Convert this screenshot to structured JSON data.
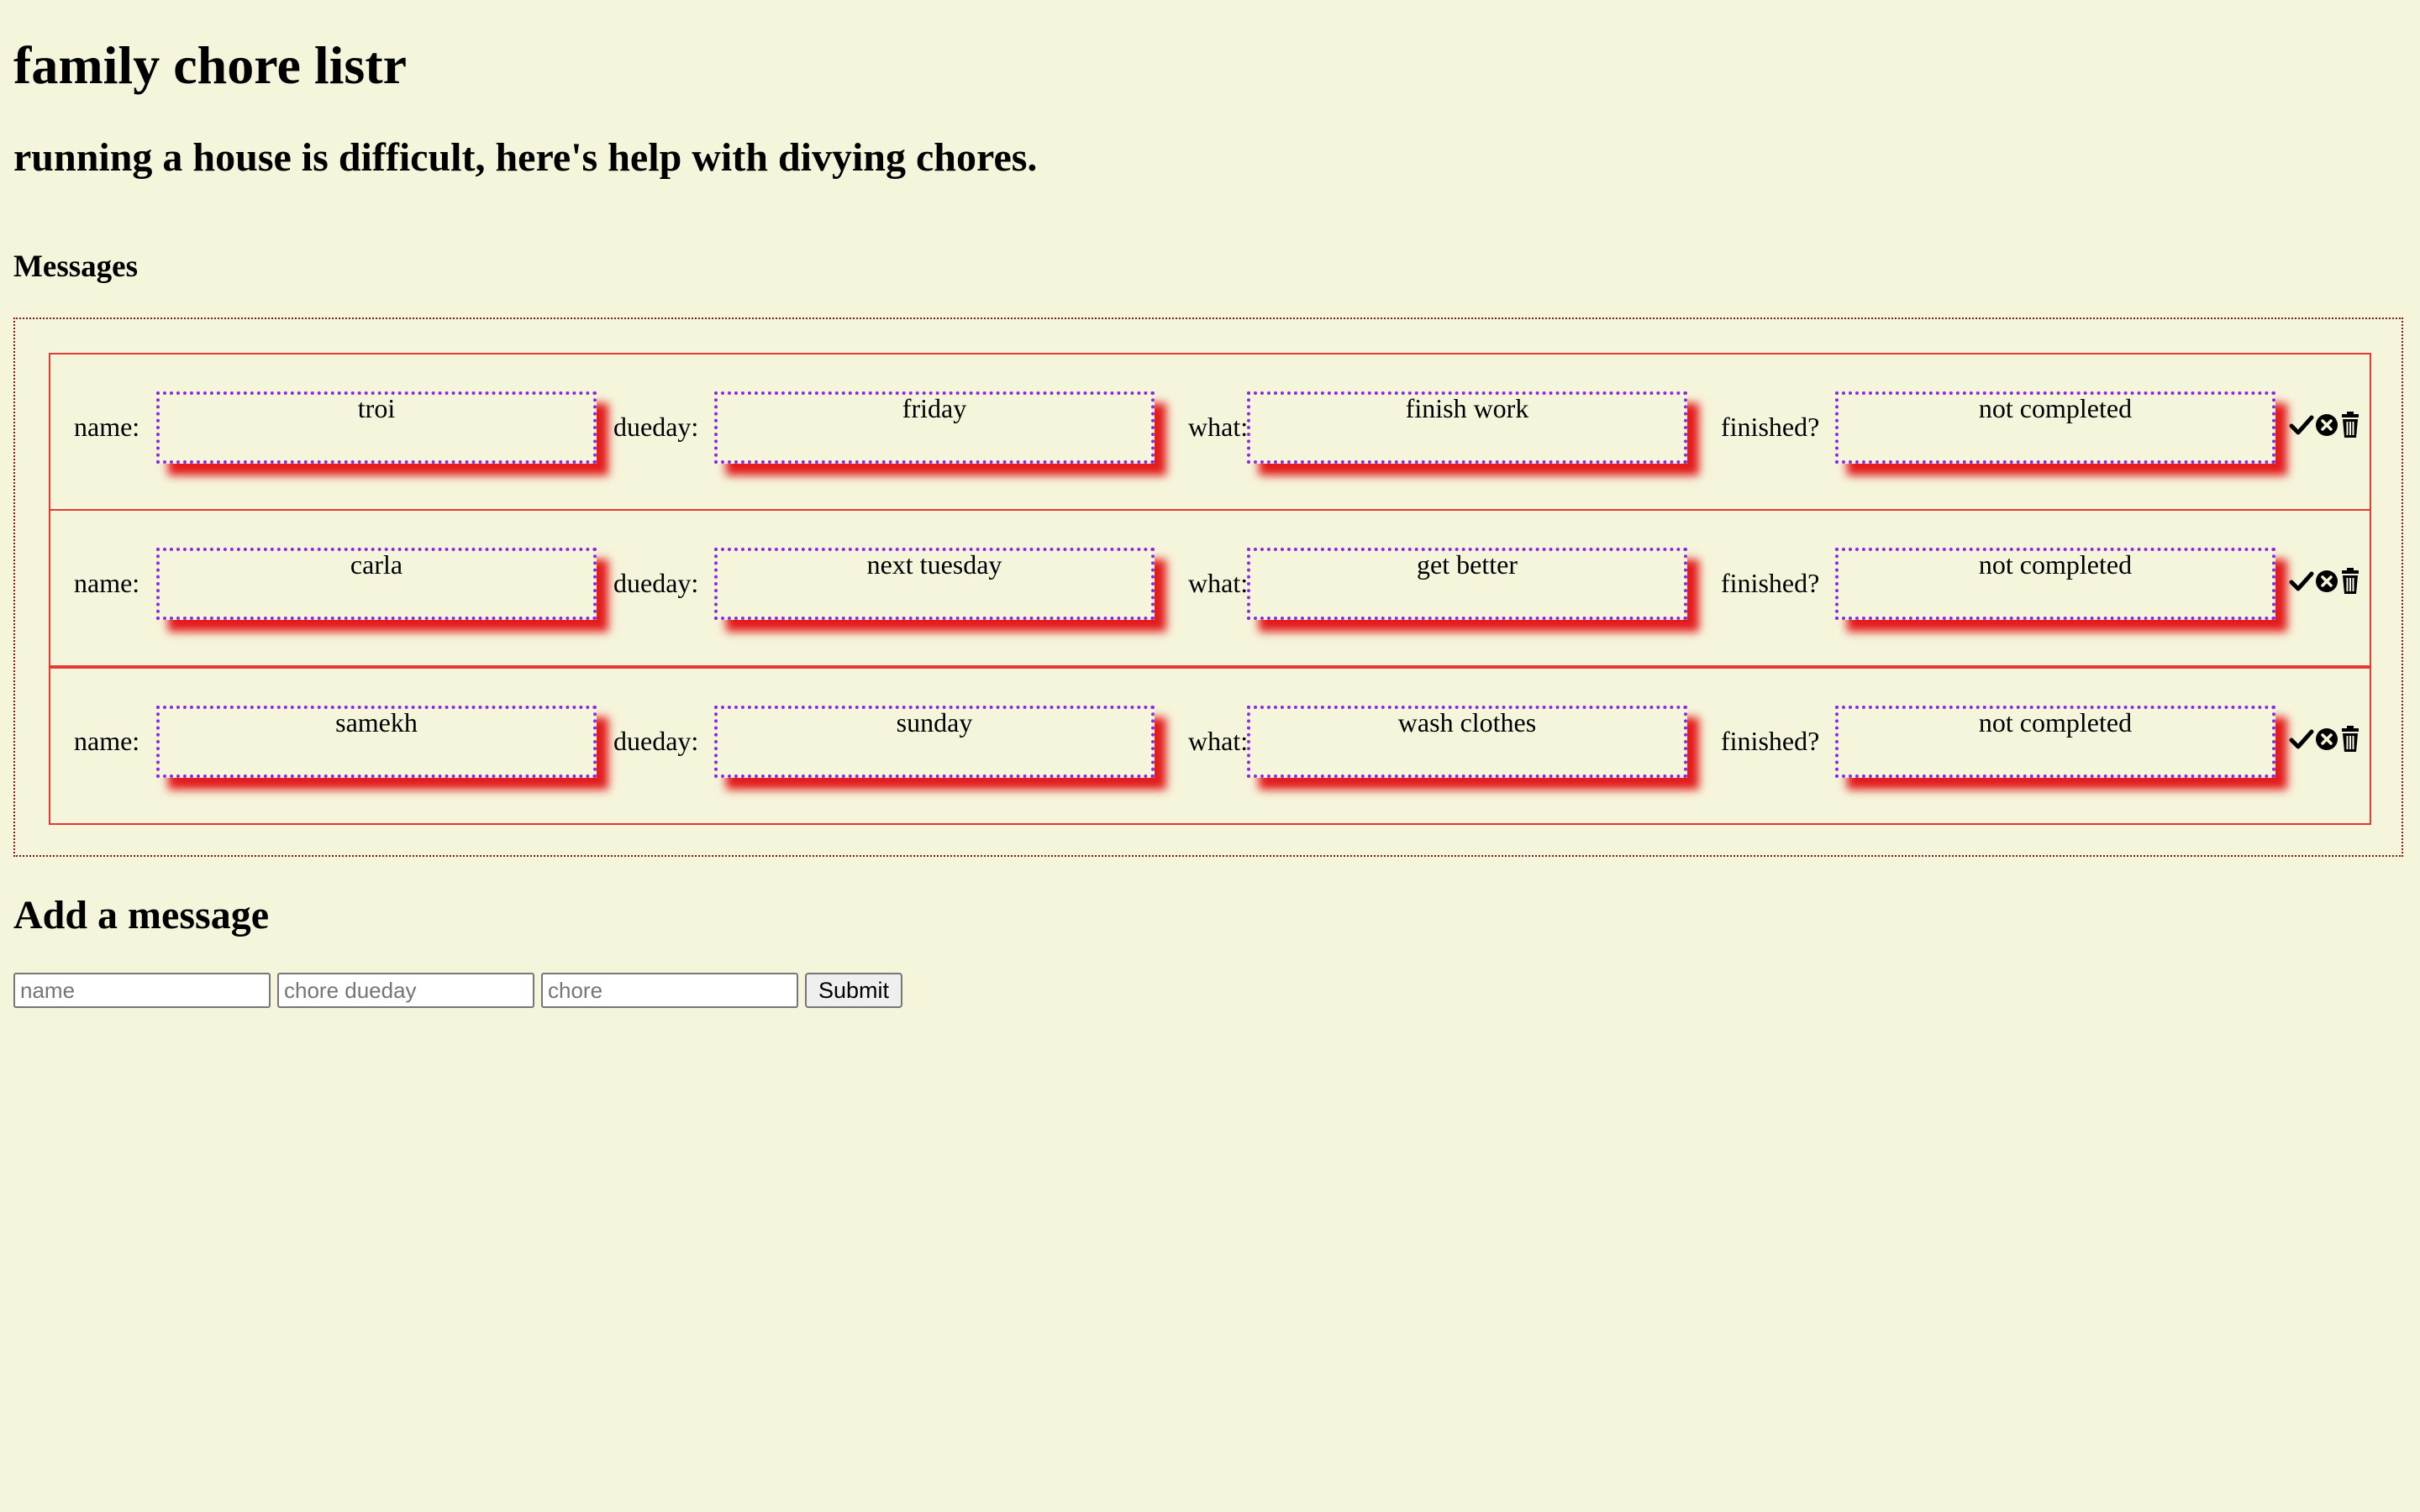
{
  "header": {
    "title": "family chore listr",
    "subtitle": "running a house is difficult, here's help with divying chores."
  },
  "messages": {
    "heading": "Messages",
    "labels": {
      "name": "name:",
      "dueday": "dueday:",
      "what": "what:",
      "finished": "finished?"
    },
    "items": [
      {
        "name": "troi",
        "dueday": "friday",
        "what": "finish work",
        "finished": "not completed"
      },
      {
        "name": "carla",
        "dueday": "next tuesday",
        "what": "get better",
        "finished": "not completed"
      },
      {
        "name": "samekh",
        "dueday": "sunday",
        "what": "wash clothes",
        "finished": "not completed"
      }
    ],
    "actions": [
      "check-icon",
      "times-circle-icon",
      "trash-icon"
    ]
  },
  "form": {
    "heading": "Add a message",
    "name_placeholder": "name",
    "dueday_placeholder": "chore dueday",
    "chore_placeholder": "chore",
    "submit_label": "Submit"
  },
  "colors": {
    "background": "#f5f5dc",
    "row_border": "#e53935",
    "field_border": "#8a2be2",
    "field_shadow": "#e31b1b",
    "container_border": "#8b1a1a"
  }
}
